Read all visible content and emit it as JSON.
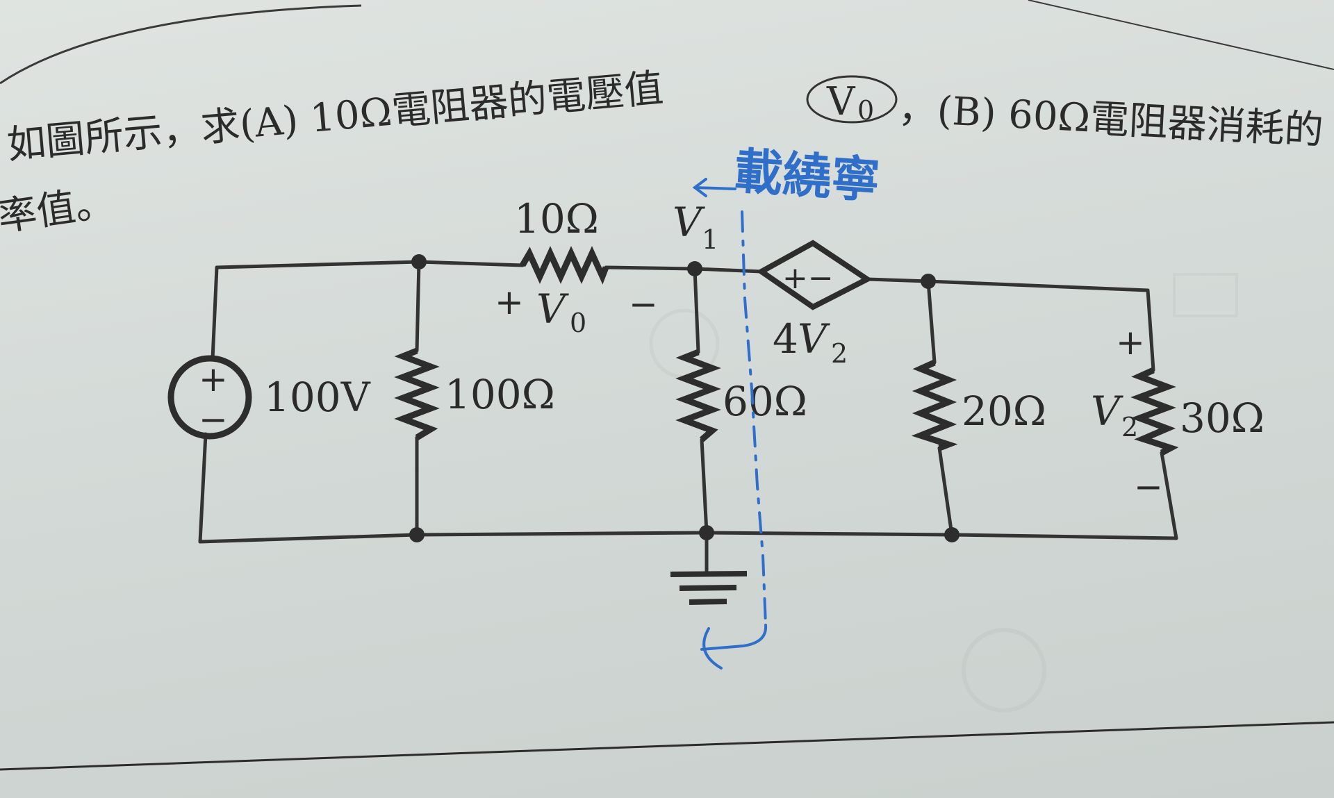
{
  "problem": {
    "line1_part1": "如圖所示，求(A) 10Ω電阻器的電壓值",
    "v0_boxed": "V",
    "v0_boxed_sub": "0",
    "line1_part2": "，(B) 60Ω電阻器消耗的",
    "line2": "率值。"
  },
  "circuit": {
    "source": {
      "value": "100V",
      "plus": "+",
      "minus": "−"
    },
    "r100": "100Ω",
    "r10": "10Ω",
    "v0_label": {
      "plus": "+",
      "var": "V",
      "sub": "0",
      "minus": "−"
    },
    "v1_label": {
      "var": "V",
      "sub": "1"
    },
    "r60": "60Ω",
    "dep_source": {
      "symbol": "+−",
      "coef": "4",
      "var": "V",
      "sub": "2"
    },
    "r20": "20Ω",
    "v2_label": {
      "plus": "+",
      "var": "V",
      "sub": "2",
      "minus": "−"
    },
    "r30": "30Ω"
  },
  "annotation": {
    "handwritten": "載繞寧",
    "color": "#2f6fc9"
  }
}
